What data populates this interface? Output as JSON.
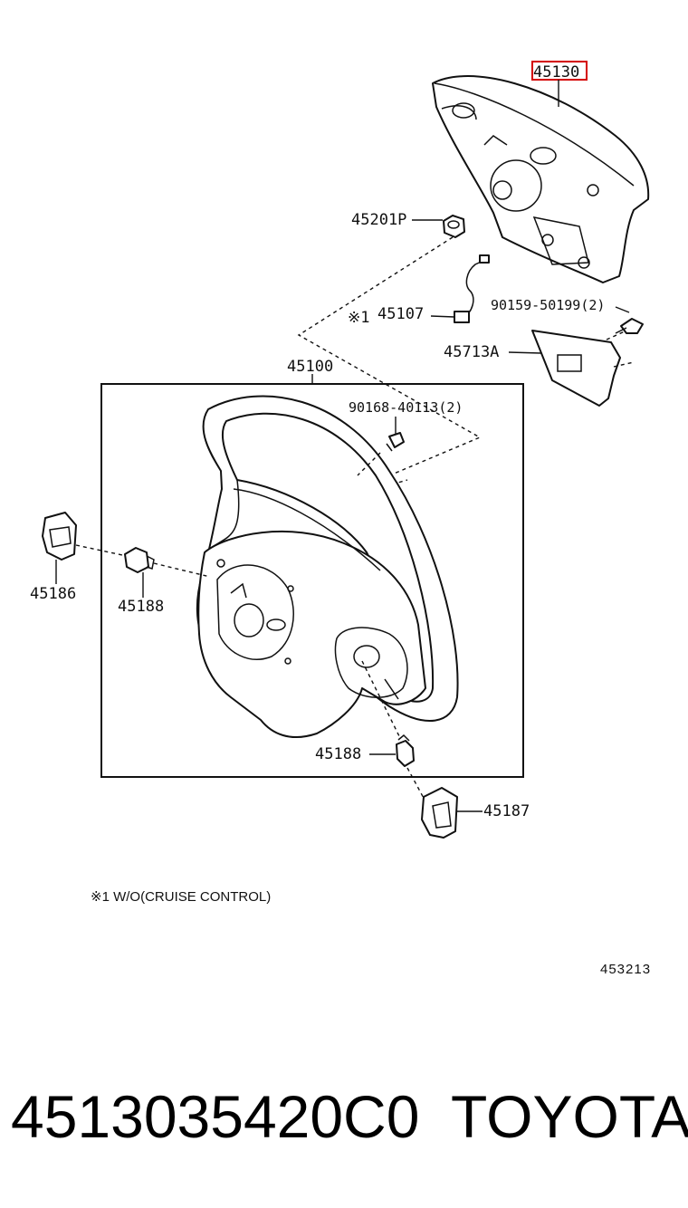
{
  "parts": {
    "airbag_pad": "45130",
    "nut": "45201P",
    "wire_marker": "※1",
    "wire": "45107",
    "screw_top": "90159-50199(2)",
    "cover": "45713A",
    "wheel_assy": "45100",
    "screw_mid": "90168-40113(2)",
    "cover_left": "45186",
    "plug_left": "45188",
    "plug_lower": "45188",
    "cover_right": "45187"
  },
  "footnote": "※1  W/O(CRUISE CONTROL)",
  "diagram_code": "453213",
  "part_number": "4513035420C0",
  "brand": "TOYOTA",
  "highlight_color": "#d40000"
}
